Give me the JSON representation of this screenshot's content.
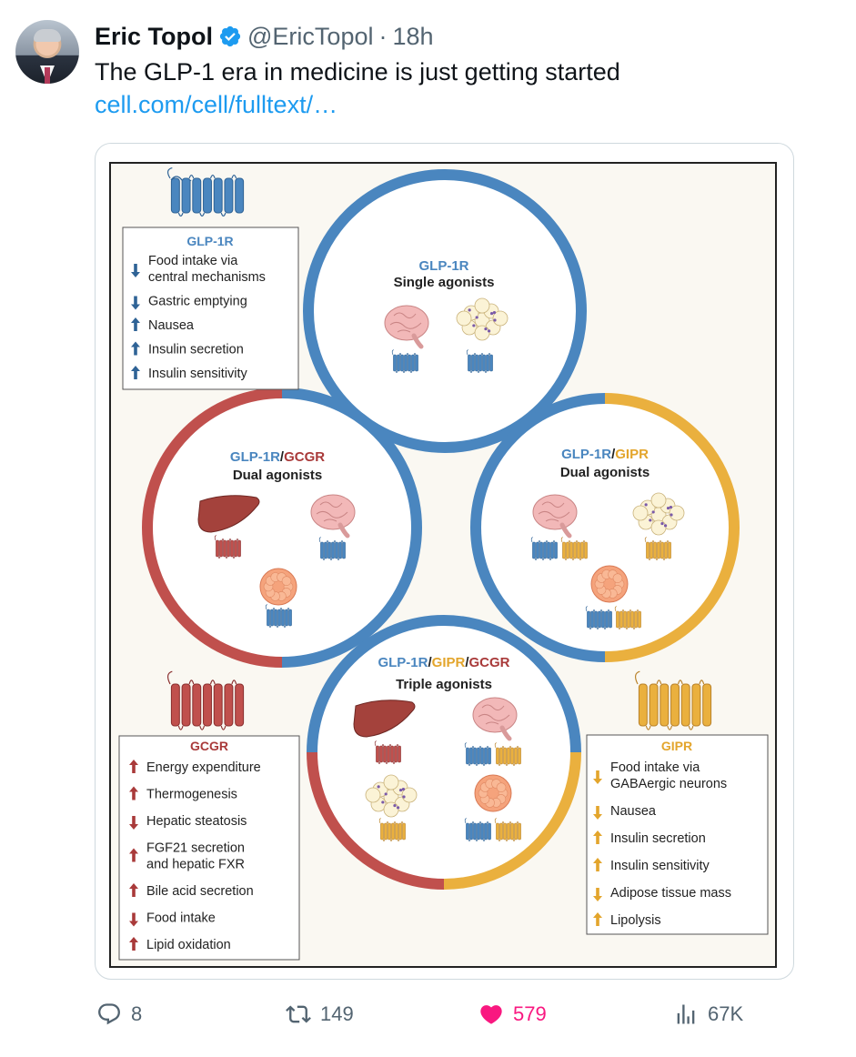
{
  "tweet": {
    "author_name": "Eric Topol",
    "handle": "@EricTopol",
    "separator": "·",
    "time": "18h",
    "text": "The GLP-1 era in medicine is just getting started",
    "link": "cell.com/cell/fulltext/…"
  },
  "figure": {
    "glp1r_box": {
      "title": "GLP-1R",
      "items": [
        {
          "arrow": "down",
          "text": [
            "Food intake via",
            "central mechanisms"
          ]
        },
        {
          "arrow": "down",
          "text": [
            "Gastric emptying"
          ]
        },
        {
          "arrow": "up",
          "text": [
            "Nausea"
          ]
        },
        {
          "arrow": "up",
          "text": [
            "Insulin secretion"
          ]
        },
        {
          "arrow": "up",
          "text": [
            "Insulin sensitivity"
          ]
        }
      ]
    },
    "gcgr_box": {
      "title": "GCGR",
      "items": [
        {
          "arrow": "up",
          "text": [
            "Energy expenditure"
          ]
        },
        {
          "arrow": "up",
          "text": [
            "Thermogenesis"
          ]
        },
        {
          "arrow": "down",
          "text": [
            "Hepatic steatosis"
          ]
        },
        {
          "arrow": "up",
          "text": [
            "FGF21 secretion",
            "and hepatic FXR"
          ]
        },
        {
          "arrow": "up",
          "text": [
            "Bile acid secretion"
          ]
        },
        {
          "arrow": "down",
          "text": [
            "Food intake"
          ]
        },
        {
          "arrow": "up",
          "text": [
            "Lipid oxidation"
          ]
        }
      ]
    },
    "gipr_box": {
      "title": "GIPR",
      "items": [
        {
          "arrow": "down",
          "text": [
            "Food intake via",
            "GABAergic neurons"
          ]
        },
        {
          "arrow": "down",
          "text": [
            "Nausea"
          ]
        },
        {
          "arrow": "up",
          "text": [
            "Insulin secretion"
          ]
        },
        {
          "arrow": "up",
          "text": [
            "Insulin sensitivity"
          ]
        },
        {
          "arrow": "down",
          "text": [
            "Adipose tissue mass"
          ]
        },
        {
          "arrow": "up",
          "text": [
            "Lipolysis"
          ]
        }
      ]
    },
    "circles": {
      "single": {
        "label_a": "GLP-1R",
        "subtitle": "Single agonists"
      },
      "dual_gcgr": {
        "label_a": "GLP-1R",
        "slash": "/",
        "label_b": "GCGR",
        "subtitle": "Dual agonists"
      },
      "dual_gipr": {
        "label_a": "GLP-1R",
        "slash": "/",
        "label_b": "GIPR",
        "subtitle": "Dual agonists"
      },
      "triple": {
        "label_a": "GLP-1R",
        "slash1": "/",
        "label_b": "GIPR",
        "slash2": "/",
        "label_c": "GCGR",
        "subtitle": "Triple agonists"
      }
    },
    "colors": {
      "glp1r": "#4a86bf",
      "gcgr": "#c0504d",
      "gipr": "#eab03e",
      "frame": "#222222",
      "bg": "#faf8f2"
    }
  },
  "actions": {
    "replies": "8",
    "reposts": "149",
    "likes": "579",
    "views": "67K",
    "like_color": "#f91880"
  }
}
